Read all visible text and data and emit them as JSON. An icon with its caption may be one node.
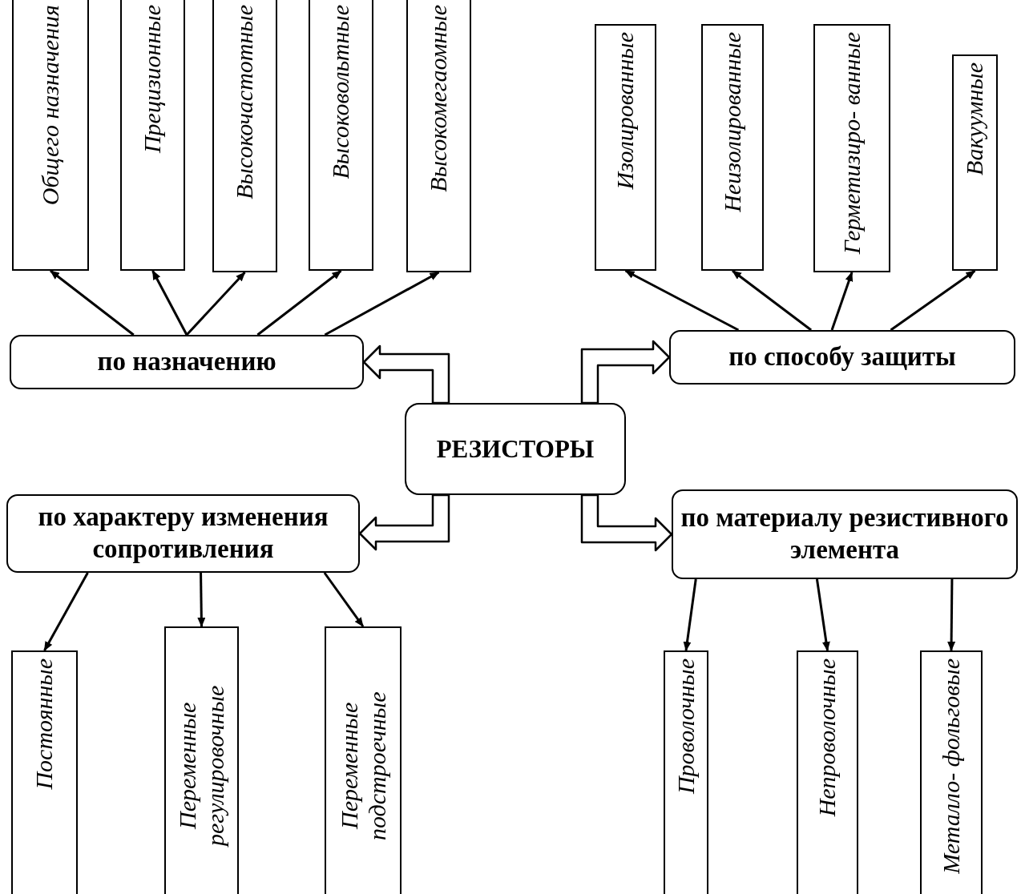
{
  "diagram": {
    "nodes": [
      {
        "text": [
          "РЕЗИСТОРЫ"
        ]
      },
      {
        "text": [
          "по  назначению"
        ]
      },
      {
        "text": [
          "Общего назначения"
        ]
      },
      {
        "text": [
          "Прецизионные"
        ]
      },
      {
        "text": [
          "Высокочастотные"
        ]
      },
      {
        "text": [
          "Высоковольтные"
        ]
      },
      {
        "text": [
          "Высокомегаомные"
        ]
      },
      {
        "text": [
          "по способу защиты"
        ]
      },
      {
        "text": [
          "Изолированные"
        ]
      },
      {
        "text": [
          "Неизолированные"
        ]
      },
      {
        "text": [
          "Герметизиро- ванные"
        ]
      },
      {
        "text": [
          "Вакуумные"
        ]
      },
      {
        "text": [
          "по характеру изменения сопротивления"
        ]
      },
      {
        "text": [
          "Постоянные"
        ]
      },
      {
        "text": [
          "Переменные регулировочные"
        ]
      },
      {
        "text": [
          "Переменные подстроечные"
        ]
      },
      {
        "text": [
          "по материалу резистивного элемента"
        ]
      },
      {
        "text": [
          "Проволочные"
        ]
      },
      {
        "text": [
          "Непроволочные"
        ]
      },
      {
        "text": [
          "Металло- фольговые"
        ]
      }
    ],
    "edges": [
      {
        "from": 0,
        "to": 1,
        "arrow": "to",
        "style": "thick"
      },
      {
        "from": 0,
        "to": 7,
        "arrow": "to",
        "style": "thick"
      },
      {
        "from": 0,
        "to": 12,
        "arrow": "to",
        "style": "thick"
      },
      {
        "from": 0,
        "to": 16,
        "arrow": "to",
        "style": "thick"
      },
      {
        "from": 1,
        "to": 2,
        "arrow": "to"
      },
      {
        "from": 1,
        "to": 3,
        "arrow": "to"
      },
      {
        "from": 1,
        "to": 4,
        "arrow": "to"
      },
      {
        "from": 1,
        "to": 5,
        "arrow": "to"
      },
      {
        "from": 1,
        "to": 6,
        "arrow": "to"
      },
      {
        "from": 7,
        "to": 8,
        "arrow": "to"
      },
      {
        "from": 7,
        "to": 9,
        "arrow": "to"
      },
      {
        "from": 7,
        "to": 10,
        "arrow": "to"
      },
      {
        "from": 7,
        "to": 11,
        "arrow": "to"
      },
      {
        "from": 12,
        "to": 13,
        "arrow": "to"
      },
      {
        "from": 12,
        "to": 14,
        "arrow": "to"
      },
      {
        "from": 12,
        "to": 15,
        "arrow": "to"
      },
      {
        "from": 16,
        "to": 17,
        "arrow": "to"
      },
      {
        "from": 16,
        "to": 18,
        "arrow": "to"
      },
      {
        "from": 16,
        "to": 19,
        "arrow": "to"
      }
    ]
  }
}
